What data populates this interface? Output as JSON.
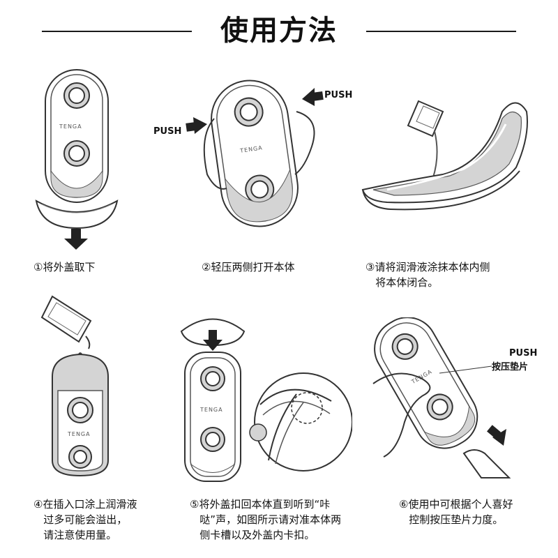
{
  "header": {
    "title": "使用方法"
  },
  "steps": [
    {
      "caption": "①将外盖取下"
    },
    {
      "caption": "②轻压两侧打开本体",
      "push_left": "PUSH",
      "push_right": "PUSH"
    },
    {
      "caption": "③请将润滑液涂抹本体内侧\n   将本体闭合。"
    },
    {
      "caption": "④在插入口涂上润滑液\n   过多可能会溢出，\n   请注意使用量。"
    },
    {
      "caption": "⑤将外盖扣回本体直到听到“咔\n   哒”声，如图所示请对准本体两\n   侧卡槽以及外盖内卡扣。"
    },
    {
      "caption": "⑥使用中可根据个人喜好\n   控制按压垫片力度。",
      "push_label": "PUSH",
      "pad_label": "按压垫片"
    }
  ],
  "brand_text": "TENGA",
  "icons": [
    "arrow-down-icon",
    "arrow-right-icon",
    "arrow-left-icon",
    "lube-sachet-icon",
    "hand-icon"
  ]
}
